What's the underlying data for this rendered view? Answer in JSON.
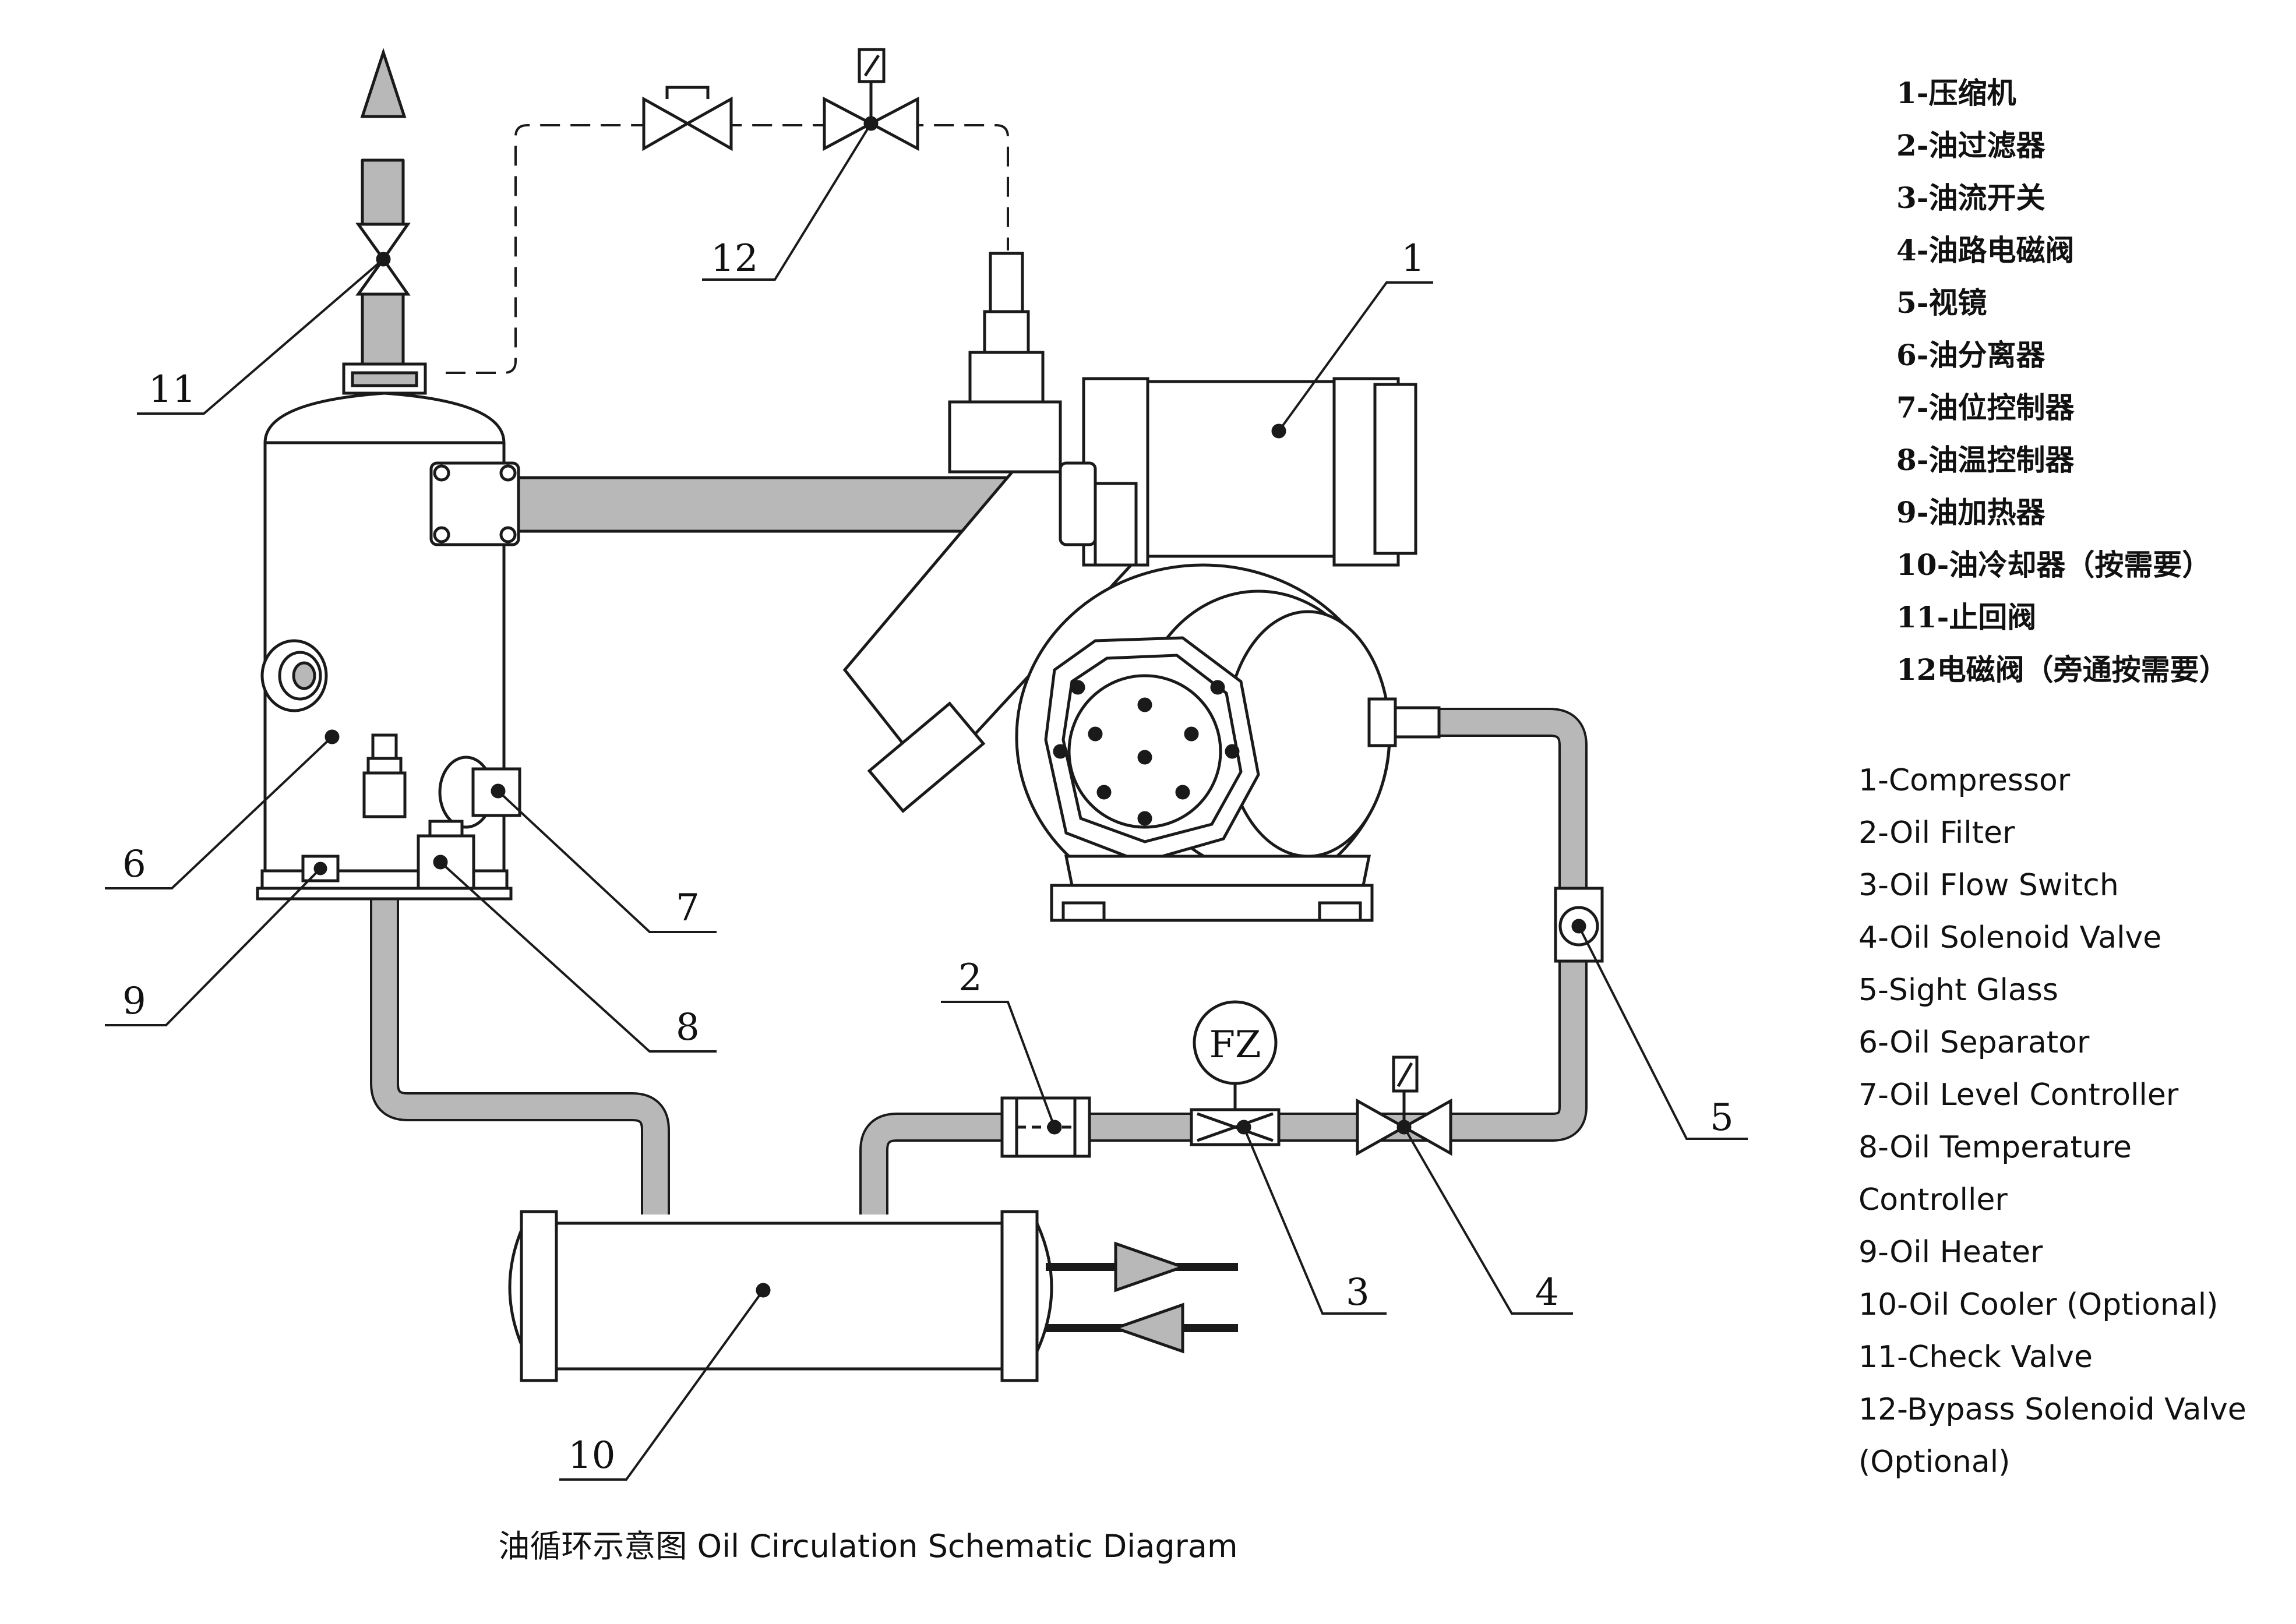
{
  "callouts": [
    "1",
    "2",
    "3",
    "4",
    "5",
    "6",
    "7",
    "8",
    "9",
    "10",
    "11",
    "12"
  ],
  "gauge_label": "FZ",
  "legend_cn": [
    "1-压缩机",
    "2-油过滤器",
    "3-油流开关",
    "4-油路电磁阀",
    "5-视镜",
    "6-油分离器",
    "7-油位控制器",
    "8-油温控制器",
    "9-油加热器",
    "10-油冷却器（按需要）",
    "11-止回阀",
    "12电磁阀（旁通按需要）"
  ],
  "legend_en": [
    "1-Compressor",
    "2-Oil Filter",
    "3-Oil Flow Switch",
    "4-Oil Solenoid Valve",
    "5-Sight Glass",
    "6-Oil Separator",
    "7-Oil Level Controller",
    "8-Oil Temperature Controller",
    "9-Oil Heater",
    "10-Oil Cooler (Optional)",
    "11-Check Valve",
    "12-Bypass Solenoid Valve (Optional)"
  ],
  "caption": "油循环示意图  Oil Circulation Schematic Diagram",
  "colors": {
    "pipe": "#b8b8b8",
    "line": "#1a1a1a",
    "fill": "#ffffff"
  }
}
